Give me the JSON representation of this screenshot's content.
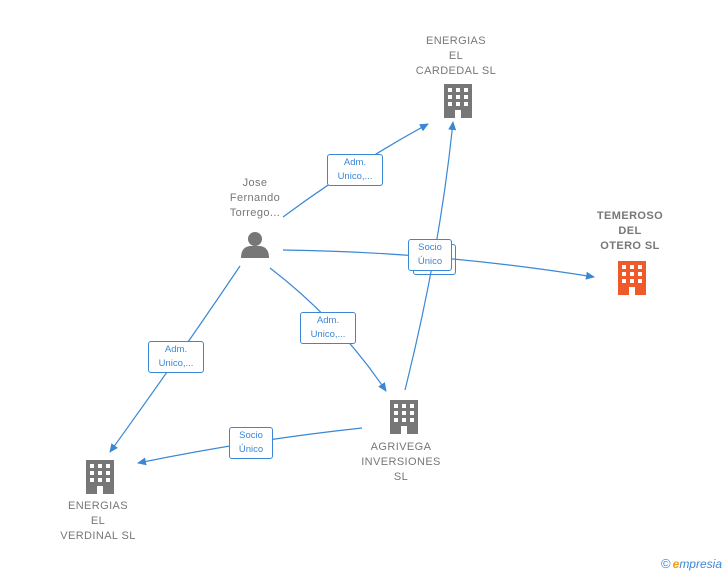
{
  "nodes": {
    "person": {
      "label": "Jose\nFernando\nTorrego..."
    },
    "cardedal": {
      "label": "ENERGIAS\nEL\nCARDEDAL  SL"
    },
    "temeroso": {
      "label": "TEMEROSO\nDEL\nOTERO  SL"
    },
    "agrivega": {
      "label": "AGRIVEGA\nINVERSIONES\nSL"
    },
    "verdinal": {
      "label": "ENERGIAS\nEL\nVERDINAL  SL"
    }
  },
  "edges": {
    "person_cardedal": {
      "line1": "Adm.",
      "line2": "Unico,..."
    },
    "person_agrivega": {
      "line1": "Adm.",
      "line2": "Unico,..."
    },
    "person_verdinal": {
      "line1": "Adm.",
      "line2": "Unico,..."
    },
    "socio_center": {
      "line1": "Socio",
      "line2": "Único"
    },
    "agrivega_verdinal": {
      "line1": "Socio",
      "line2": "Único"
    }
  },
  "colors": {
    "edge": "#3a87d6",
    "building": "#777777",
    "building_highlight": "#f0592a",
    "person": "#777777"
  },
  "brand": {
    "copyright": "©",
    "name_first": "e",
    "name_rest": "mpresia"
  }
}
